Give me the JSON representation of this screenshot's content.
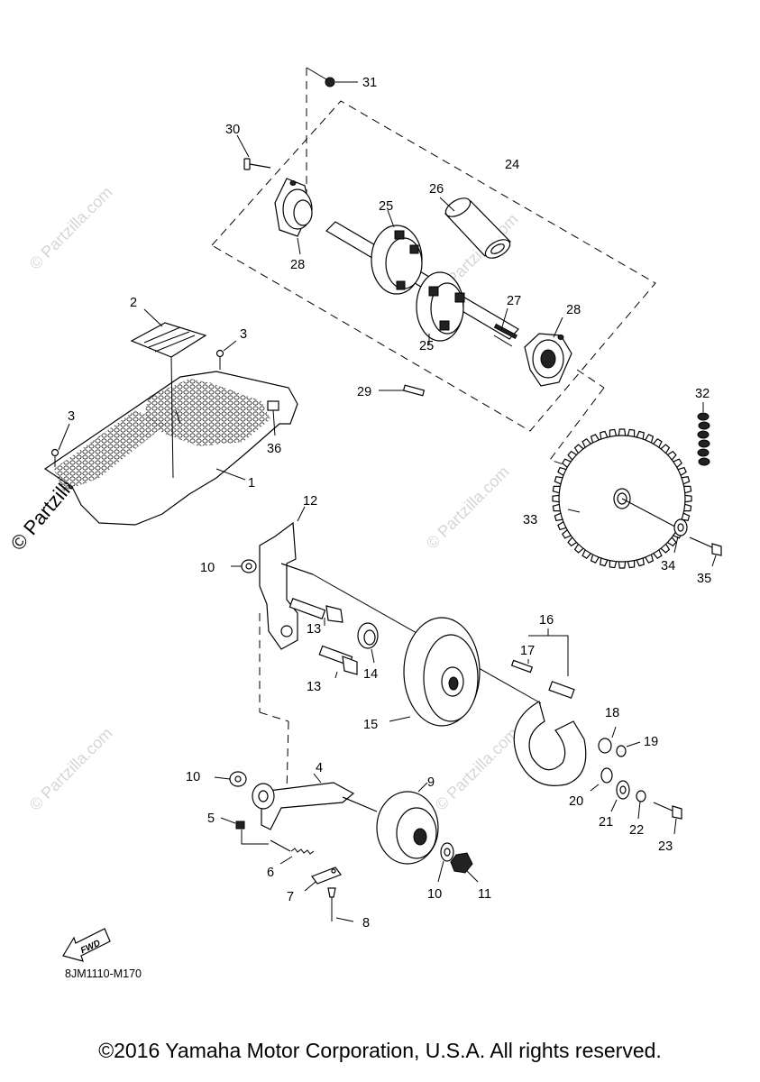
{
  "diagram": {
    "callouts": [
      {
        "id": "1",
        "label": "1"
      },
      {
        "id": "2",
        "label": "2"
      },
      {
        "id": "3a",
        "label": "3"
      },
      {
        "id": "3b",
        "label": "3"
      },
      {
        "id": "4",
        "label": "4"
      },
      {
        "id": "5",
        "label": "5"
      },
      {
        "id": "6",
        "label": "6"
      },
      {
        "id": "7",
        "label": "7"
      },
      {
        "id": "8",
        "label": "8"
      },
      {
        "id": "9",
        "label": "9"
      },
      {
        "id": "10a",
        "label": "10"
      },
      {
        "id": "10b",
        "label": "10"
      },
      {
        "id": "10c",
        "label": "10"
      },
      {
        "id": "11",
        "label": "11"
      },
      {
        "id": "12",
        "label": "12"
      },
      {
        "id": "13a",
        "label": "13"
      },
      {
        "id": "13b",
        "label": "13"
      },
      {
        "id": "14",
        "label": "14"
      },
      {
        "id": "15",
        "label": "15"
      },
      {
        "id": "16",
        "label": "16"
      },
      {
        "id": "17",
        "label": "17"
      },
      {
        "id": "18",
        "label": "18"
      },
      {
        "id": "19",
        "label": "19"
      },
      {
        "id": "20",
        "label": "20"
      },
      {
        "id": "21",
        "label": "21"
      },
      {
        "id": "22",
        "label": "22"
      },
      {
        "id": "23",
        "label": "23"
      },
      {
        "id": "24",
        "label": "24"
      },
      {
        "id": "25a",
        "label": "25"
      },
      {
        "id": "25b",
        "label": "25"
      },
      {
        "id": "26",
        "label": "26"
      },
      {
        "id": "27",
        "label": "27"
      },
      {
        "id": "28a",
        "label": "28"
      },
      {
        "id": "28b",
        "label": "28"
      },
      {
        "id": "29",
        "label": "29"
      },
      {
        "id": "30",
        "label": "30"
      },
      {
        "id": "31",
        "label": "31"
      },
      {
        "id": "32",
        "label": "32"
      },
      {
        "id": "33",
        "label": "33"
      },
      {
        "id": "34",
        "label": "34"
      },
      {
        "id": "35",
        "label": "35"
      },
      {
        "id": "36",
        "label": "36"
      }
    ],
    "fwd_label": "FWD",
    "reference_code": "8JM1110-M170",
    "watermark_main": "© Partzilla.com",
    "watermark_faint": "© Partzilla.com"
  },
  "footer": {
    "copyright": "©2016 Yamaha Motor Corporation, U.S.A. All rights reserved."
  }
}
